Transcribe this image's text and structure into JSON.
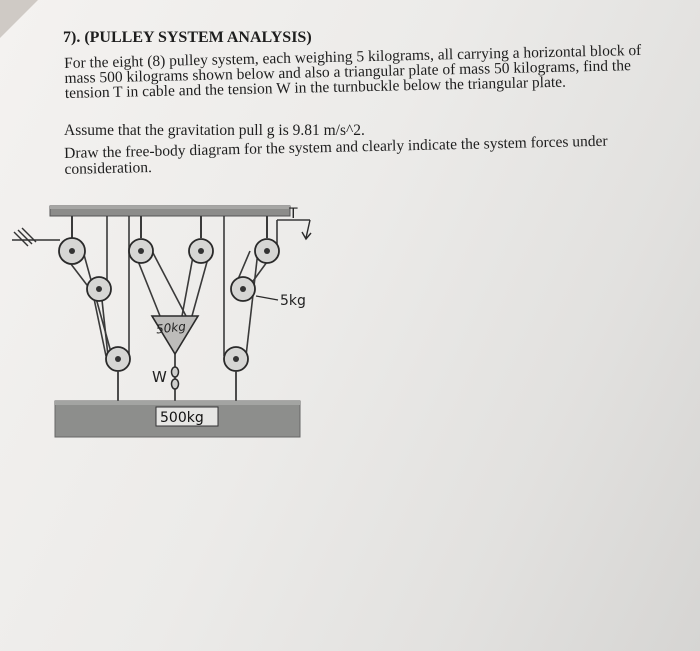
{
  "question": {
    "title": "7). (PULLEY SYSTEM ANALYSIS)",
    "paragraph1_lines": [
      "For the eight (8) pulley system, each weighing 5 kilograms, all carrying a horizontal block of",
      "mass 500 kilograms shown below and also a triangular plate of mass 50 kilograms, find the",
      "tension T in cable and the tension W in the turnbuckle below the triangular plate."
    ],
    "paragraph2": "Assume that the gravitation pull g is 9.81 m/s^2.",
    "paragraph3_lines": [
      "Draw the free-body diagram for the system and clearly indicate the system forces under",
      "consideration."
    ]
  },
  "diagram": {
    "label_T": "T",
    "label_pulley_mass": "5kg",
    "label_plate_mass": "50kg",
    "label_W": "W",
    "label_block_mass": "500kg",
    "colors": {
      "ceiling": "#8c8c8a",
      "block": "#8d8e8c",
      "line": "#3a3a3a",
      "ink": "#222222"
    }
  }
}
